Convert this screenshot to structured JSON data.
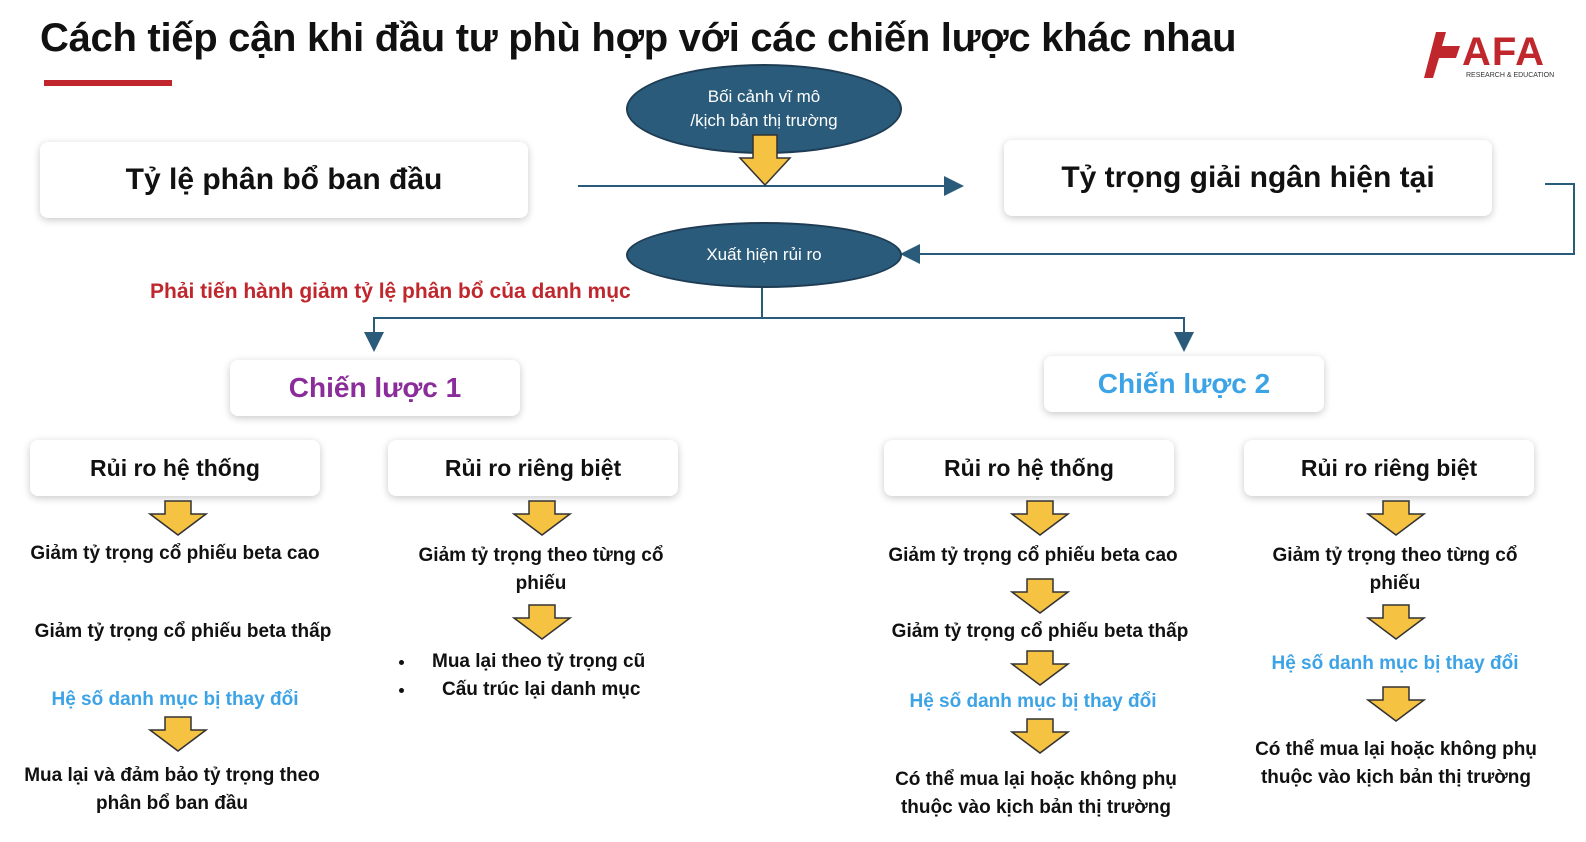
{
  "title": "Cách tiếp cận khi đầu tư phù hợp với các chiến lược khác nhau",
  "logo": {
    "text": "AFA",
    "subtext": "RESEARCH & EDUCATION"
  },
  "nodes": {
    "macro": [
      "Bối cảnh vĩ mô",
      "/kịch bản thị trường"
    ],
    "initial_allocation": "Tỷ lệ phân bổ ban đầu",
    "current_weight": "Tỷ trọng giải ngân hiện tại",
    "risk": "Xuất hiện rủi ro",
    "reduce_note": "Phải tiến hành giảm tỷ lệ phân bổ của danh mục"
  },
  "strategies": [
    {
      "label": "Chiến lược 1",
      "systematic": {
        "label": "Rủi ro hệ thống",
        "steps": [
          "Giảm tỷ trọng cổ phiếu beta cao",
          "Giảm tỷ trọng cổ phiếu beta thấp",
          "Hệ số danh mục bị thay đổi",
          "Mua lại và đảm bảo tỷ trọng theo phân bổ ban đầu"
        ]
      },
      "specific": {
        "label": "Rủi ro riêng biệt",
        "steps": [
          "Giảm tỷ trọng theo từng cổ phiếu"
        ],
        "bullets": [
          "Mua lại theo tỷ trọng cũ",
          "Cấu trúc lại danh mục"
        ]
      }
    },
    {
      "label": "Chiến lược 2",
      "systematic": {
        "label": "Rủi ro hệ thống",
        "steps": [
          "Giảm tỷ trọng cổ phiếu beta cao",
          "Giảm tỷ trọng cổ phiếu beta thấp",
          "Hệ số danh mục bị thay đổi",
          "Có thể mua lại hoặc không phụ thuộc vào kịch bản thị trường"
        ]
      },
      "specific": {
        "label": "Rủi ro riêng biệt",
        "steps": [
          "Giảm tỷ trọng theo từng cổ phiếu",
          "Hệ số danh mục bị thay đổi",
          "Có thể mua lại hoặc không phụ thuộc vào kịch bản thị trường"
        ]
      }
    }
  ],
  "colors": {
    "accent_red": "#c0272d",
    "ellipse_fill": "#2b5b7a",
    "arrow_fill": "#f5c242",
    "highlight_blue": "#3ca3e6",
    "strategy1": "#8a2c99",
    "line": "#2b5b7a"
  }
}
